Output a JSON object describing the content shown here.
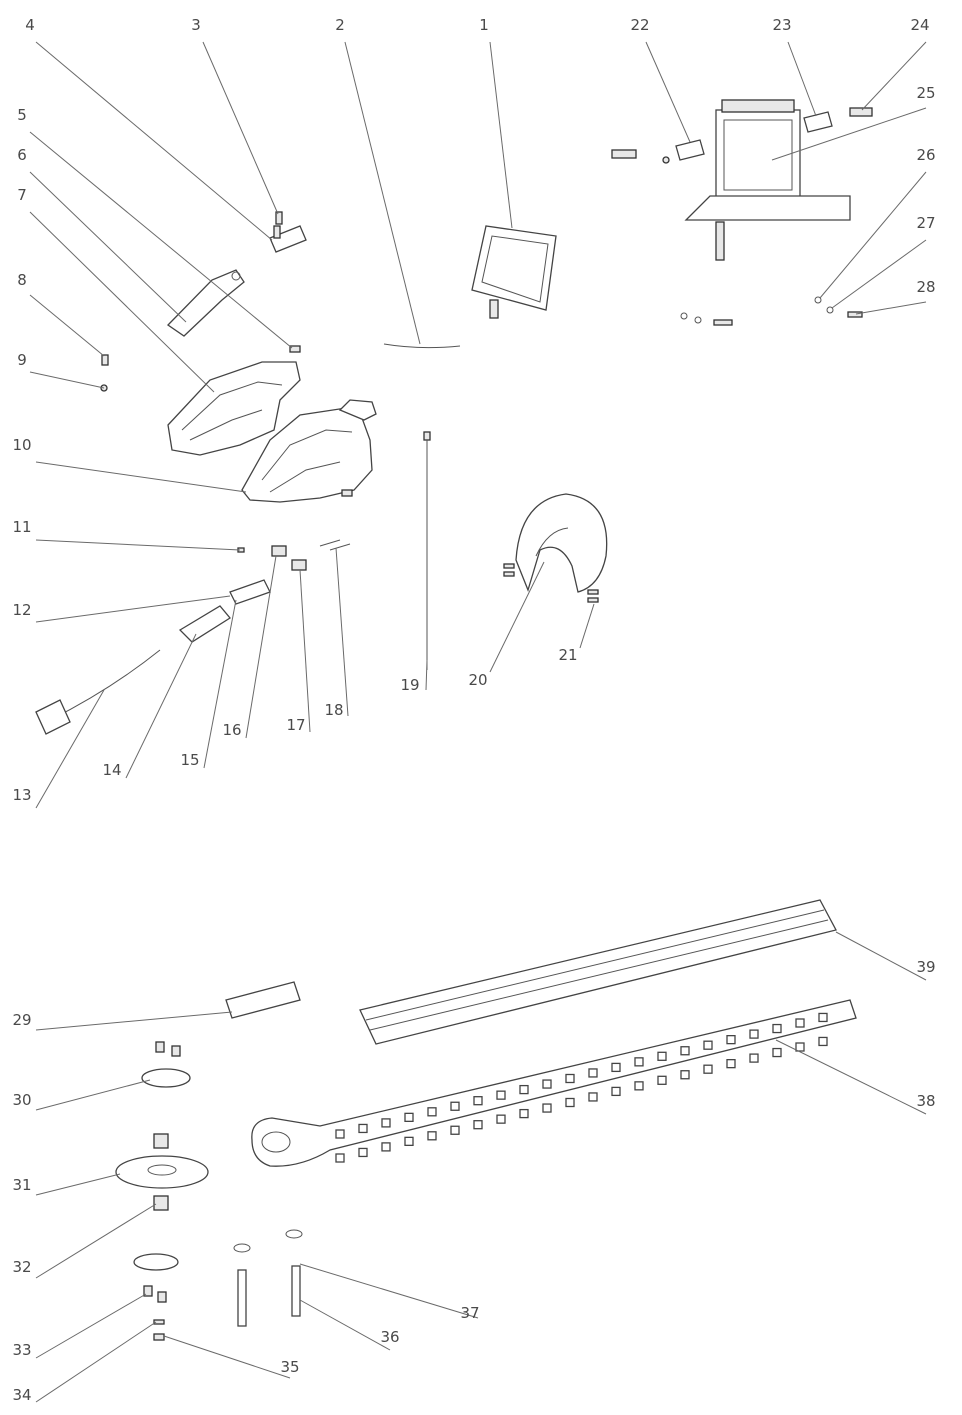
{
  "labels": [
    "1",
    "2",
    "3",
    "4",
    "5",
    "6",
    "7",
    "8",
    "9",
    "10",
    "11",
    "12",
    "13",
    "14",
    "15",
    "16",
    "17",
    "18",
    "19",
    "20",
    "21",
    "22",
    "23",
    "24",
    "25",
    "26",
    "27",
    "28",
    "29",
    "30",
    "31",
    "32",
    "33",
    "34",
    "35",
    "36",
    "37",
    "38",
    "39"
  ],
  "colors": {
    "line": "#444444",
    "label": "#4a4a4a",
    "background": "#ffffff"
  }
}
